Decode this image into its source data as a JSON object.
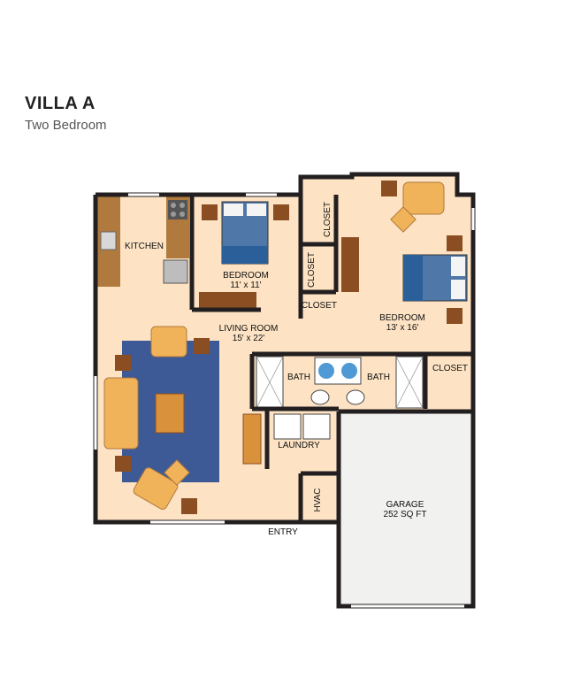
{
  "header": {
    "title": "VILLA A",
    "subtitle": "Two Bedroom"
  },
  "rooms": {
    "kitchen": "KITCHEN",
    "bedroom1": "BEDROOM",
    "bedroom1_size": "11' x 11'",
    "living": "LIVING ROOM",
    "living_size": "15' x 22'",
    "bedroom2": "BEDROOM",
    "bedroom2_size": "13' x 16'",
    "bath1": "BATH",
    "bath2": "BATH",
    "closet_right": "CLOSET",
    "closet_v1": "CLOSET",
    "closet_v2": "CLOSET",
    "closet_small": "CLOSET",
    "laundry": "LAUNDRY",
    "garage": "GARAGE",
    "garage_size": "252 SQ FT",
    "hvac": "HVAC",
    "entry": "ENTRY"
  },
  "colors": {
    "wall": "#231f20",
    "floor": "#fde3c4",
    "rug": "#3d5a96",
    "wood": "#8a4e22",
    "garage": "#f1f1ef",
    "sofa": "#f0b35a"
  }
}
